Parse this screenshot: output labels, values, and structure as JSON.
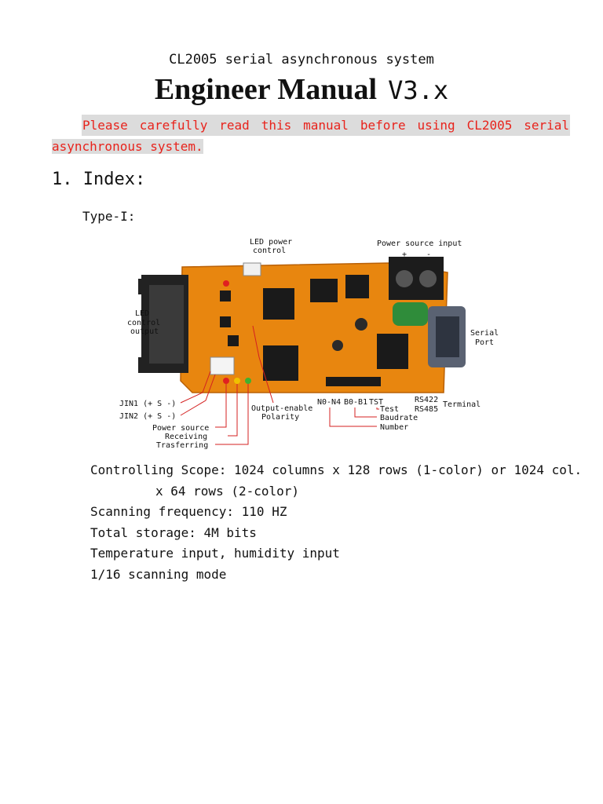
{
  "header": {
    "subtitle": "CL2005 serial asynchronous system",
    "title": "Engineer Manual",
    "version": "V3.x"
  },
  "warning": {
    "words_line1": [
      "Please",
      "carefully",
      "read",
      "this",
      "manual",
      "before",
      "using",
      "CL2005",
      "serial"
    ],
    "line2": "asynchronous system."
  },
  "section": {
    "heading": "1. Index:",
    "type_label": "Type-I:"
  },
  "figure": {
    "labels": {
      "led_power": "LED power",
      "led_power_2": "control",
      "power_input": "Power source input",
      "plus": "+",
      "minus": "-",
      "led_ctrl_1": "LED",
      "led_ctrl_2": "control",
      "led_ctrl_3": "output",
      "serial_1": "Serial",
      "serial_2": "Port",
      "jin1": "JIN1 (+ S -)",
      "jin2": "JIN2 (+ S -)",
      "power_source": "Power source",
      "receiving": "Receiving",
      "trasferring": "Trasferring",
      "output_enable_1": "Output-enable",
      "output_enable_2": "Polarity",
      "n0n4": "N0-N4",
      "b0b1": "B0-B1",
      "tst": "TST",
      "rs422": "RS422",
      "rs485": "RS485",
      "terminal": "Terminal",
      "test": "Test",
      "baudrate": "Baudrate",
      "number": "Number"
    },
    "colors": {
      "board": "#e8860f",
      "chip": "#1a1a1a",
      "connector": "#222222",
      "battery": "#2f8c3a",
      "serial_port": "#5a6272",
      "callout": "#d42020"
    }
  },
  "specs": {
    "scope_1": "Controlling Scope: 1024 columns x 128 rows (1-color) or 1024 col.",
    "scope_2": "x 64 rows (2-color)",
    "frequency": "Scanning frequency: 110 HZ",
    "storage": "Total storage: 4M bits",
    "inputs": "Temperature input, humidity input",
    "mode": "1/16 scanning mode"
  }
}
